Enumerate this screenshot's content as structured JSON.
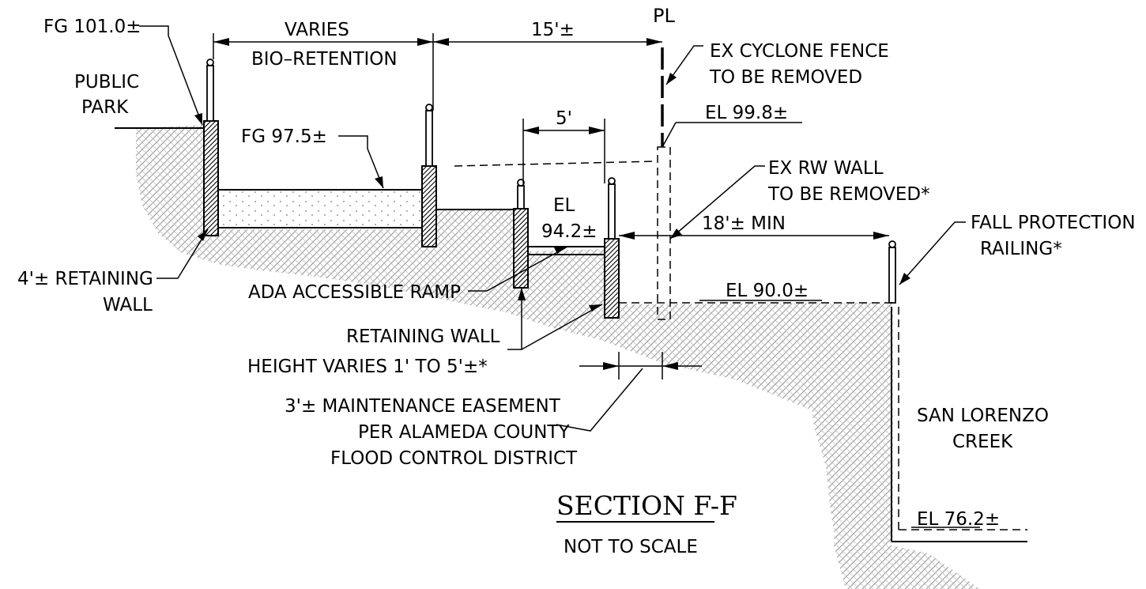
{
  "title": "SECTION F-F",
  "subtitle": "NOT TO SCALE",
  "labels": {
    "fg_101": "FG 101.0±",
    "public_park_1": "PUBLIC",
    "public_park_2": "PARK",
    "varies": "VARIES",
    "bio_retention": "BIO–RETENTION",
    "dim_15": "15'±",
    "property_line": "PL",
    "ex_fence_1": "EX CYCLONE FENCE",
    "ex_fence_2": "TO BE REMOVED",
    "el_99_8": "EL 99.8±",
    "fg_97_5": "FG 97.5±",
    "dim_5": "5'",
    "ex_rw_1": "EX RW WALL",
    "ex_rw_2": "TO BE REMOVED*",
    "el_94_2_1": "EL",
    "el_94_2_2": "94.2±",
    "fall_1": "FALL PROTECTION",
    "fall_2": "RAILING*",
    "dim_18": "18'± MIN",
    "retaining_4_1": "4'± RETAINING",
    "retaining_4_2": "WALL",
    "ada_ramp": "ADA ACCESSIBLE RAMP",
    "el_90": "EL 90.0±",
    "retaining_var_1": "RETAINING WALL",
    "retaining_var_2": "HEIGHT VARIES 1' TO 5'±*",
    "easement_1": "3'± MAINTENANCE EASEMENT",
    "easement_2": "PER ALAMEDA COUNTY",
    "easement_3": "FLOOD CONTROL DISTRICT",
    "creek_1": "SAN LORENZO",
    "creek_2": "CREEK",
    "el_76_2": "EL 76.2±"
  }
}
